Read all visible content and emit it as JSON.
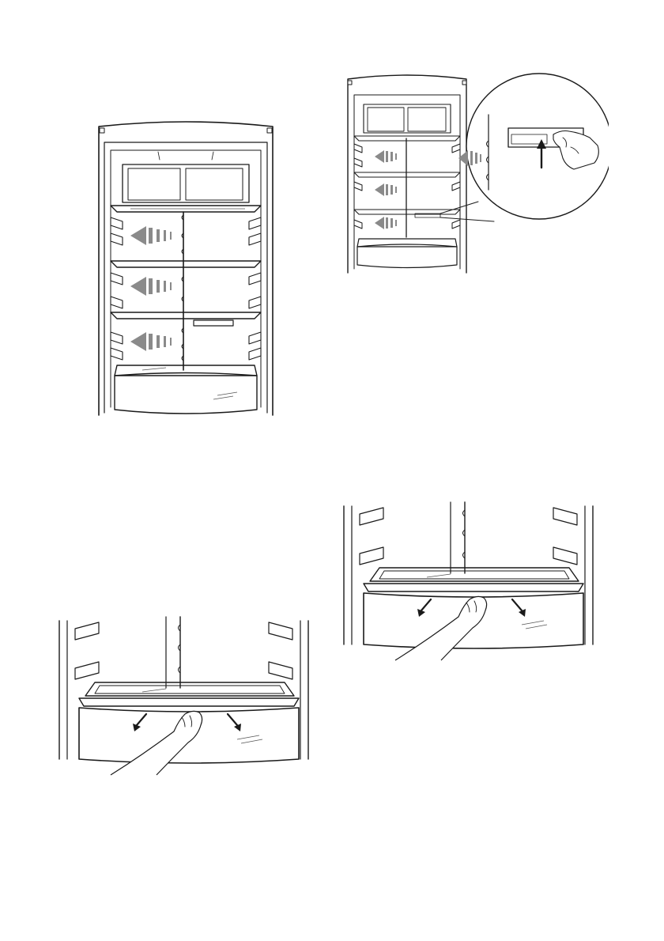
{
  "figures": [
    {
      "id": "fig1",
      "subject": "fridge-interior-shelves",
      "arrow_color": "#8a8a8a"
    },
    {
      "id": "fig2",
      "subject": "fridge-shelf-adjustment-detail",
      "arrow_color": "#8a8a8a"
    },
    {
      "id": "fig3",
      "subject": "crisper-drawer-removal-left"
    },
    {
      "id": "fig4",
      "subject": "crisper-drawer-removal-right"
    }
  ],
  "colors": {
    "line": "#1a1a1a",
    "shade": "#9a9a9a",
    "background": "#ffffff"
  }
}
